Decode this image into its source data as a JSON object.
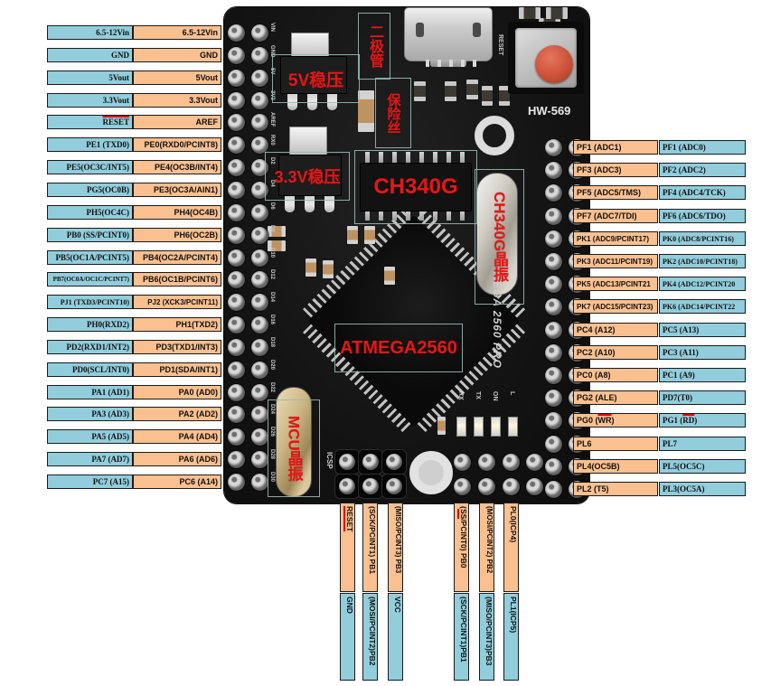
{
  "annotations": {
    "diode": "二极管",
    "regulator_5v": "5V稳压",
    "fuse": "保险丝",
    "regulator_3v3": "3.3V稳压",
    "usb_chip": "CH340G",
    "usb_chip_crystal": "CH340G晶振",
    "mcu": "ATMEGA2560",
    "mcu_crystal": "MCU晶振"
  },
  "board": {
    "model": "HW-569",
    "name_silk": "MEGA 2560 PRO",
    "icsp_silk": "ICSP",
    "reset_silk": "RESET",
    "led_silks": [
      "RX",
      "TX",
      "ON",
      "L"
    ],
    "left_hole_silks": [
      "VIN",
      "GND",
      "5V",
      "3V3",
      "AREF",
      "RX0",
      "D2",
      "D4",
      "D6",
      "D8",
      "D10",
      "D12",
      "D14",
      "D16",
      "D18",
      "D20",
      "D22",
      "D24",
      "D26",
      "D28",
      "D30"
    ]
  },
  "colors": {
    "cyan": "#92cddc",
    "orange": "#fac090",
    "red": "#e41717"
  },
  "left_pins": [
    {
      "outer": "6.5-12Vin",
      "inner": "6.5-12Vin"
    },
    {
      "outer": "GND",
      "inner": "GND"
    },
    {
      "outer": "5Vout",
      "inner": "5Vout"
    },
    {
      "outer": "3.3Vout",
      "inner": "3.3Vout"
    },
    {
      "outer": "RESET",
      "outer_overline": true,
      "inner": "AREF"
    },
    {
      "outer": "PE1 (TXD0)",
      "inner": "PE0(RXD0/PCINT8)"
    },
    {
      "outer": "PE5(OC3C/INT5)",
      "inner": "PE4(OC3B/INT4)"
    },
    {
      "outer": "PG5(OC0B)",
      "inner": "PE3(OC3A/AIN1)"
    },
    {
      "outer": "PH5(OC4C)",
      "inner": "PH4(OC4B)"
    },
    {
      "outer": "PB0 (SS/PCINT0)",
      "inner": "PH6(OC2B)"
    },
    {
      "outer": "PB5(OC1A/PCINT5)",
      "inner": "PB4(OC2A/PCINT4)"
    },
    {
      "outer": "PB7(OC0A/OC1C/PCINT7)",
      "inner": "PB6(OC1B/PCINT6)"
    },
    {
      "outer": "PJ1 (TXD3/PCINT10)",
      "inner": "PJ2 (XCK3/PCINT11)"
    },
    {
      "outer": "PH0(RXD2)",
      "inner": "PH1(TXD2)"
    },
    {
      "outer": "PD2(RXD1/INT2)",
      "inner": "PD3(TXD1/INT3)"
    },
    {
      "outer": "PD0(SCL/INT0)",
      "inner": "PD1(SDA/INT1)"
    },
    {
      "outer": "PA1 (AD1)",
      "inner": "PA0 (AD0)"
    },
    {
      "outer": "PA3 (AD3)",
      "inner": "PA2 (AD2)"
    },
    {
      "outer": "PA5 (AD5)",
      "inner": "PA4 (AD4)"
    },
    {
      "outer": "PA7 (AD7)",
      "inner": "PA6 (AD6)"
    },
    {
      "outer": "PC7 (A15)",
      "inner": "PC6 (A14)"
    }
  ],
  "right_pins": [
    {
      "inner": "PF1 (ADC1)",
      "outer": "PF1 (ADC0)"
    },
    {
      "inner": "PF3 (ADC3)",
      "outer": "PF2 (ADC2)"
    },
    {
      "inner": "PF5 (ADC5/TMS)",
      "outer": "PF4 (ADC4/TCK)"
    },
    {
      "inner": "PF7 (ADC7/TDI)",
      "outer": "PF6 (ADC6/TDO)"
    },
    {
      "inner": "PK1 (ADC9/PCINT17)",
      "outer": "PK0 (ADC8/PCINT16)"
    },
    {
      "inner": "PK3 (ADC11/PCINT19)",
      "outer": "PK2 (ADC10/PCINT18)"
    },
    {
      "inner": "PK5 (ADC13/PCINT21",
      "outer": "PK4 (ADC12/PCINT20"
    },
    {
      "inner": "PK7 (ADC15/PCINT23)",
      "outer": "PK6 (ADC14/PCINT22"
    },
    {
      "inner": "PC4 (A12)",
      "outer": "PC5 (A13)"
    },
    {
      "inner": "PC2 (A10)",
      "outer": "PC3 (A11)"
    },
    {
      "inner": "PC0 (A8)",
      "outer": "PC1 (A9)"
    },
    {
      "inner": "PG2 (ALE)",
      "outer": "PD7(T0)"
    },
    {
      "inner": {
        "pre": "PG0 (",
        "ov": "WR",
        "post": ")"
      },
      "outer": {
        "pre": "PG1 (",
        "ov": "RD",
        "post": ")"
      }
    },
    {
      "inner": "PL6",
      "outer": "PL7"
    },
    {
      "inner": "PL4(OC5B)",
      "outer": "PL5(OC5C)"
    },
    {
      "inner": "PL2 (T5)",
      "outer": "PL3(OC5A)"
    }
  ],
  "bottom_pins": [
    {
      "top": "RESET",
      "top_overline": true,
      "bottom": "GND"
    },
    {
      "top": "(SCK/PCINT1) PB1",
      "bottom": "(MOSI/PCINT2)PB2"
    },
    {
      "top": "(MISO/PCINT3) PB3",
      "bottom": "VCC"
    },
    {
      "top": {
        "pre": "(",
        "ov": "SS",
        "post": "/PCINT0) PB0"
      },
      "bottom": "(SCK/PCINT1)PB1"
    },
    {
      "top": "(MOSI/PCINT2) PB2",
      "bottom": "(MISO/PCINT3)PB3"
    },
    {
      "top": "PL0(ICP4)",
      "bottom": "PL1(ICP5)"
    }
  ]
}
